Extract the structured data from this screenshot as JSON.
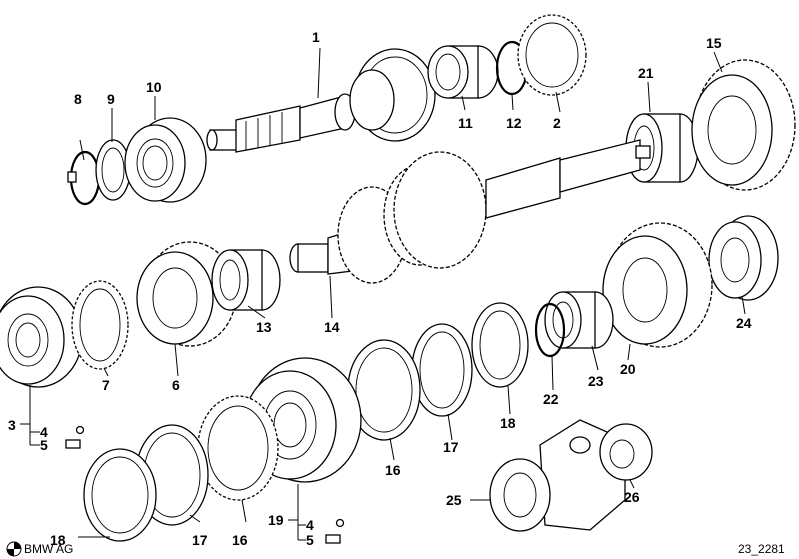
{
  "diagram": {
    "parts": [
      "1",
      "2",
      "3",
      "4",
      "5",
      "6",
      "7",
      "8",
      "9",
      "10",
      "11",
      "12",
      "13",
      "14",
      "15",
      "16",
      "17",
      "18",
      "19",
      "20",
      "21",
      "22",
      "23",
      "24",
      "25",
      "26"
    ],
    "lower_labels": [
      "16",
      "17",
      "18",
      "4",
      "5"
    ],
    "brand": "BMW AG",
    "image_ref": "23_2281"
  }
}
